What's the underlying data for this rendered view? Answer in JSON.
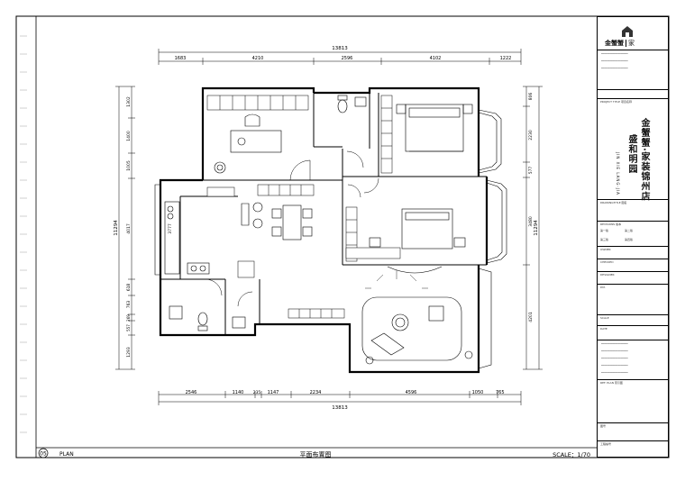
{
  "sheet": {
    "number": "05",
    "label": "PLAN",
    "title_cn": "平面布置图",
    "scale": "SCALE：1/70"
  },
  "dimensions": {
    "top_total": "13813",
    "top_segments": [
      "1683",
      "4210",
      "2596",
      "4102",
      "1222"
    ],
    "bottom_total": "13813",
    "bottom_segments": [
      "2546",
      "1140",
      "235",
      "1147",
      "2234",
      "4596",
      "1050",
      "765"
    ],
    "left_total": "11294",
    "left_segments": [
      "1302",
      "1400",
      "1005",
      "4017",
      "3777",
      "618",
      "763",
      "269",
      "557",
      "1293"
    ],
    "right_total": "11294",
    "right_segments": [
      "806",
      "2230",
      "577",
      "3480",
      "4201"
    ]
  },
  "title_block": {
    "logo_text": "金蟹蟹",
    "logo_suffix": "家",
    "project_title_label": "PROJECT TITLE  项目名称",
    "project_name": "金蟹蟹·家装锦州店",
    "project_name_2": "盛和明园",
    "project_en": "JIN XIE LANG·JIA",
    "drawing_title_label": "DRAWINGTITLE  图名",
    "revisions_label": "REVISIONS  版本",
    "rev_1": "第一版",
    "rev_2": "第二版",
    "rev_3": "第三版",
    "rev_4": "第四版",
    "owner_label": "OWNER",
    "checked_label": "CHECKED",
    "designer_label": "DESIGNER",
    "pm_label": "P.M.",
    "scale_label": "SCALE",
    "date_label": "DATE",
    "ref_plan_label": "REF. PLAN  索引图",
    "drawing_no_label": "图号",
    "sheet_no_label": "工程编号"
  }
}
